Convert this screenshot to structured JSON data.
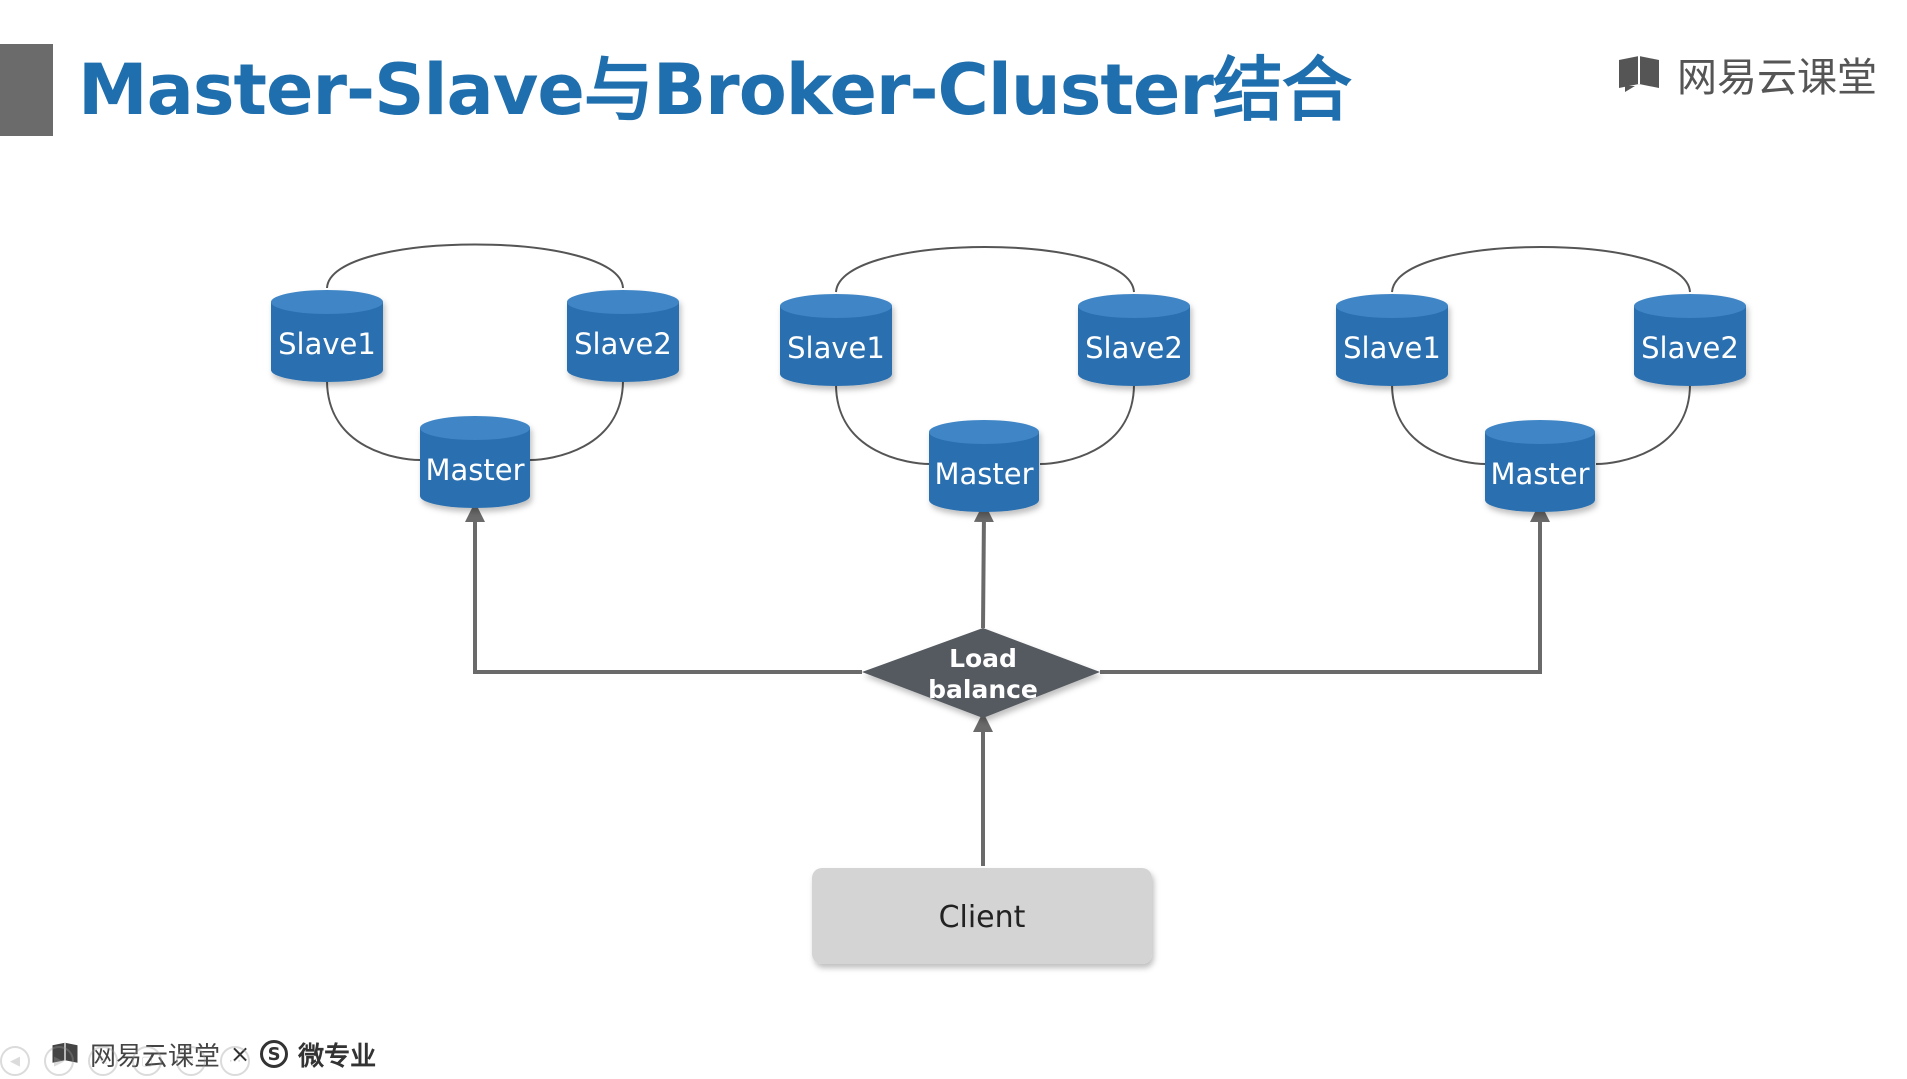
{
  "header": {
    "title": "Master-Slave与Broker-Cluster结合",
    "brand_icon": "book-icon",
    "brand_text": "网易云课堂"
  },
  "diagram": {
    "clusters": [
      {
        "slave1": "Slave1",
        "slave2": "Slave2",
        "master": "Master"
      },
      {
        "slave1": "Slave1",
        "slave2": "Slave2",
        "master": "Master"
      },
      {
        "slave1": "Slave1",
        "slave2": "Slave2",
        "master": "Master"
      }
    ],
    "load_balancer": {
      "line1": "Load",
      "line2": "balance"
    },
    "client": "Client"
  },
  "footer": {
    "brand_text": "网易云课堂",
    "separator": "×",
    "badge": "S",
    "partner_text": "微专业"
  },
  "colors": {
    "title": "#1f6fae",
    "node_fill": "#2a6fb0",
    "node_top": "#3f86c6",
    "lb_fill": "#555a60",
    "client_fill": "#d4d4d4",
    "connector": "#6a6a6a"
  }
}
